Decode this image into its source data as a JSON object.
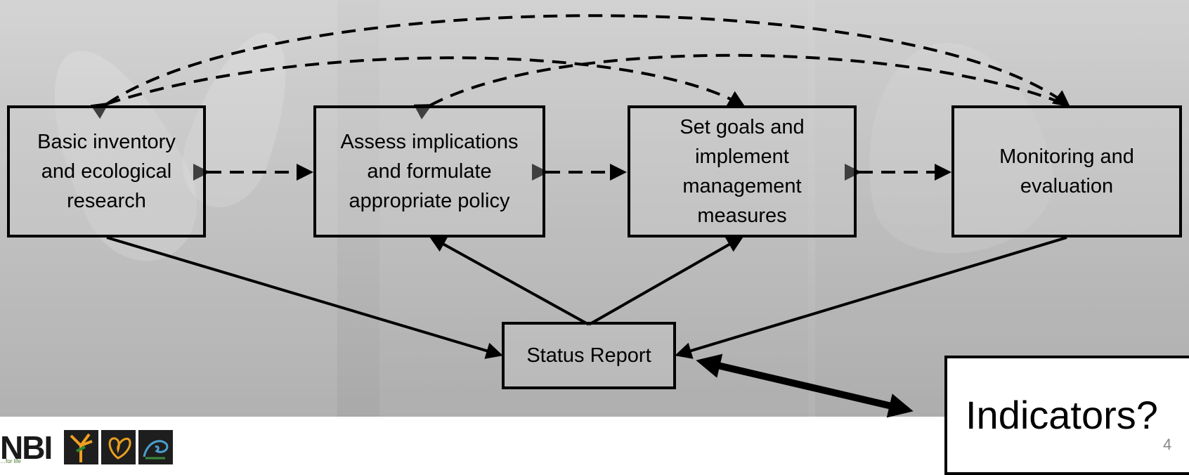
{
  "boxes": {
    "basic": [
      "Basic inventory",
      "and ecological",
      "research"
    ],
    "assess": [
      "Assess implications",
      "and formulate",
      "appropriate policy"
    ],
    "goals": [
      "Set goals and",
      "implement",
      "management",
      "measures"
    ],
    "monitoring": [
      "Monitoring and",
      "evaluation"
    ],
    "status": "Status Report",
    "indicators": "Indicators?"
  },
  "page_number": "4",
  "logo": {
    "text": "NBI",
    "tagline": "…for life"
  },
  "colors": {
    "stroke": "#000000",
    "background": "#bdbdbd",
    "page_number": "#888888"
  }
}
